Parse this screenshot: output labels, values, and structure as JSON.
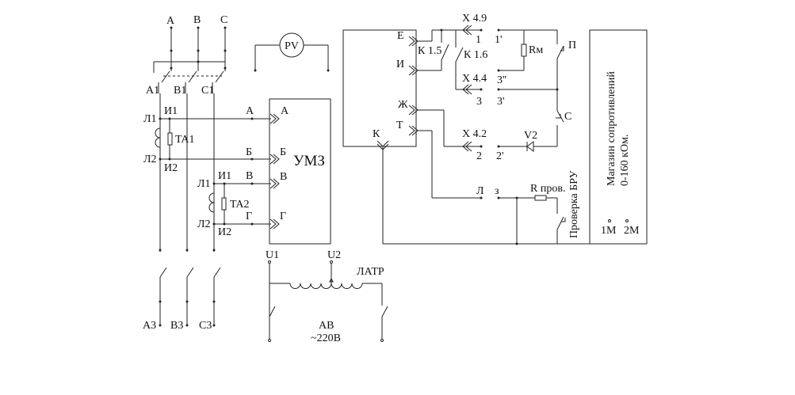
{
  "phases_top": [
    "A",
    "B",
    "C"
  ],
  "breaker_top_labels": [
    "A1",
    "B1",
    "C1"
  ],
  "ta1": {
    "name": "TA1",
    "primary_top": "Л1",
    "primary_bottom": "Л2",
    "secondary_top": "И1",
    "secondary_bottom": "И2"
  },
  "ta2": {
    "name": "TA2",
    "primary_top": "Л1",
    "primary_bottom": "Л2",
    "secondary_top": "И1",
    "secondary_bottom": "И2"
  },
  "wire_labels": {
    "a": "А",
    "b": "Б",
    "v": "В",
    "g": "Г"
  },
  "umz": {
    "name": "УМЗ",
    "inputs": [
      "А",
      "Б",
      "В",
      "Г"
    ]
  },
  "voltmeter": "PV",
  "phases_bottom": [
    "A3",
    "B3",
    "C3"
  ],
  "latr": {
    "name": "ЛАТР",
    "u1": "U1",
    "u2": "U2"
  },
  "av": {
    "name": "АВ",
    "supply": "~220В"
  },
  "bru": {
    "terminals": [
      "Е",
      "И",
      "Ж",
      "Т",
      "К"
    ],
    "contacts": [
      "К 1.5",
      "К 1.6"
    ]
  },
  "connectors": [
    "Х 4.9",
    "Х 4.4",
    "Х 4.2"
  ],
  "pins": [
    "1",
    "1'",
    "3''",
    "3",
    "3'",
    "2",
    "2'"
  ],
  "elements": {
    "rm": "Rм",
    "diode": "V2",
    "switch_p": "П",
    "switch_c": "С"
  },
  "wire_l": {
    "label": "Л",
    "z": "з"
  },
  "r_prov": "R пров.",
  "check_bru": "Проверка БРУ",
  "magazine": {
    "title_line1": "Магазин сопротивлений",
    "title_line2": "0-160 кОм.",
    "t1": "1М",
    "t2": "2М"
  }
}
